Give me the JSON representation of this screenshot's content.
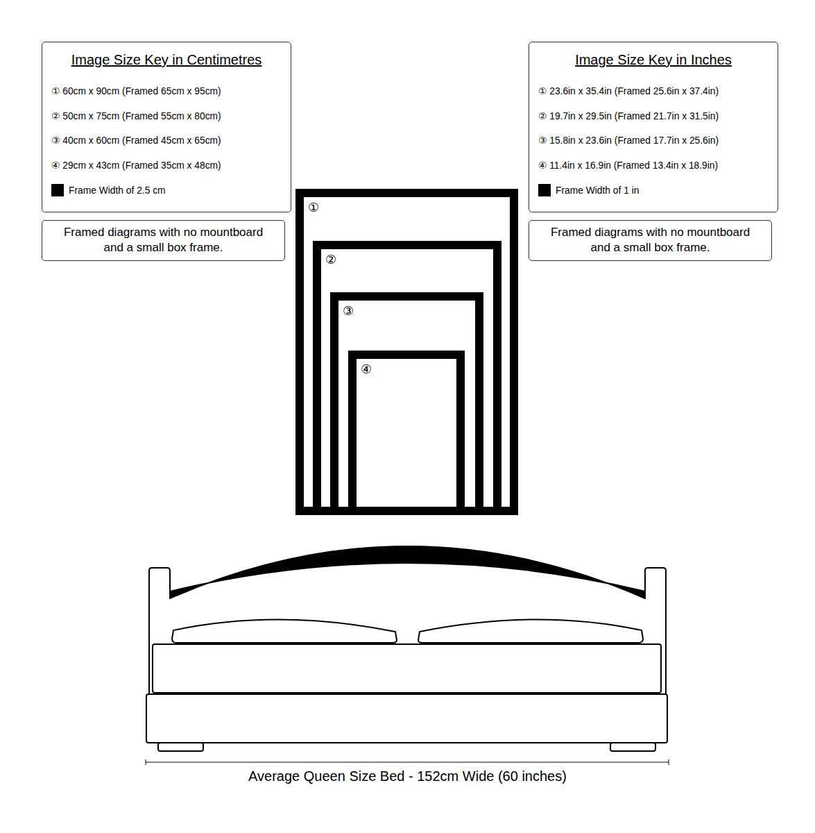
{
  "diagram": {
    "caption": "Average Queen Size Bed - 152cm Wide (60 inches)",
    "nodes": [
      {
        "text": [
          "Image Size Key in Centimetres",
          "① 60cm x 90cm (Framed 65cm x 95cm)",
          "② 50cm x 75cm (Framed 55cm x 80cm)",
          "③ 40cm x 60cm (Framed 45cm x 65cm)",
          "④ 29cm x 43cm (Framed 35cm x 48cm)"
        ]
      },
      {
        "text": [
          "Framed diagrams with no mountboard and a small box frame."
        ]
      },
      {
        "text": [
          "Image Size Key in Inches",
          "① 23.6in x 35.4in (Framed 25.6in x 37.4in)",
          "② 19.7in x 29.5in (Framed 21.7in x 31.5in)",
          "③ 15.8in x 23.6in (Framed 17.7in x 25.6in)",
          "④ 11.4in x 16.9in (Framed 13.4in x 18.9in)"
        ]
      },
      {
        "text": [
          "Framed diagrams with no mountboard and a small box frame."
        ]
      },
      {
        "text": [
          "①"
        ]
      },
      {
        "text": [
          "②"
        ],
        "in": 4
      },
      {
        "text": [
          "③"
        ],
        "in": 5
      },
      {
        "text": [
          "④"
        ],
        "in": 6
      }
    ],
    "legend": [
      {
        "text": "Frame Width of 2.5 cm",
        "color": "#000000"
      },
      {
        "text": "Frame Width of 1 in",
        "color": "#000000"
      }
    ]
  }
}
